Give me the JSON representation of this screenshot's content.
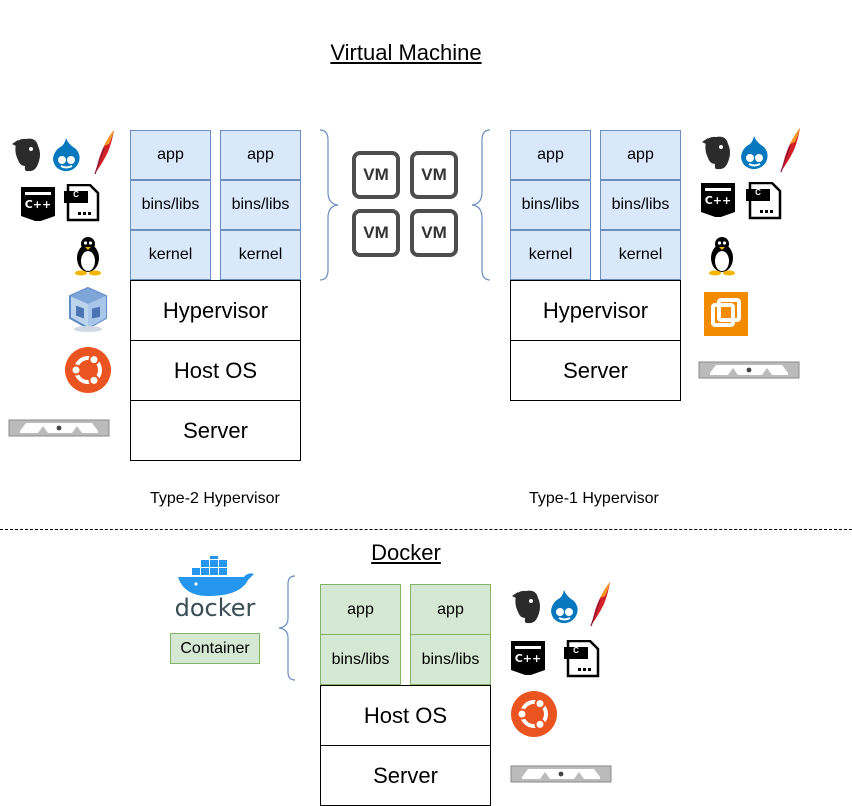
{
  "vm_section": {
    "title": "Virtual Machine",
    "type2": {
      "caption": "Type-2 Hypervisor",
      "guests": [
        {
          "app": "app",
          "libs": "bins/libs",
          "kernel": "kernel"
        },
        {
          "app": "app",
          "libs": "bins/libs",
          "kernel": "kernel"
        }
      ],
      "layers": [
        "Hypervisor",
        "Host OS",
        "Server"
      ]
    },
    "type1": {
      "caption": "Type-1 Hypervisor",
      "guests": [
        {
          "app": "app",
          "libs": "bins/libs",
          "kernel": "kernel"
        },
        {
          "app": "app",
          "libs": "bins/libs",
          "kernel": "kernel"
        }
      ],
      "layers": [
        "Hypervisor",
        "Server"
      ]
    },
    "vm_labels": [
      "VM",
      "VM",
      "VM",
      "VM"
    ]
  },
  "docker_section": {
    "title": "Docker",
    "logo_text": "docker",
    "legend_label": "Container",
    "containers": [
      {
        "app": "app",
        "libs": "bins/libs"
      },
      {
        "app": "app",
        "libs": "bins/libs"
      }
    ],
    "layers": [
      "Host OS",
      "Server"
    ]
  },
  "icons": {
    "cpp_label": "C++",
    "c_label": "C"
  },
  "colors": {
    "vm_fill": "#dae8fc",
    "vm_border": "#6c8ebf",
    "container_fill": "#d5e8d4",
    "container_border": "#82b366",
    "ubuntu": "#e95420",
    "vmware": "#f38b00",
    "docker": "#2496ed"
  }
}
